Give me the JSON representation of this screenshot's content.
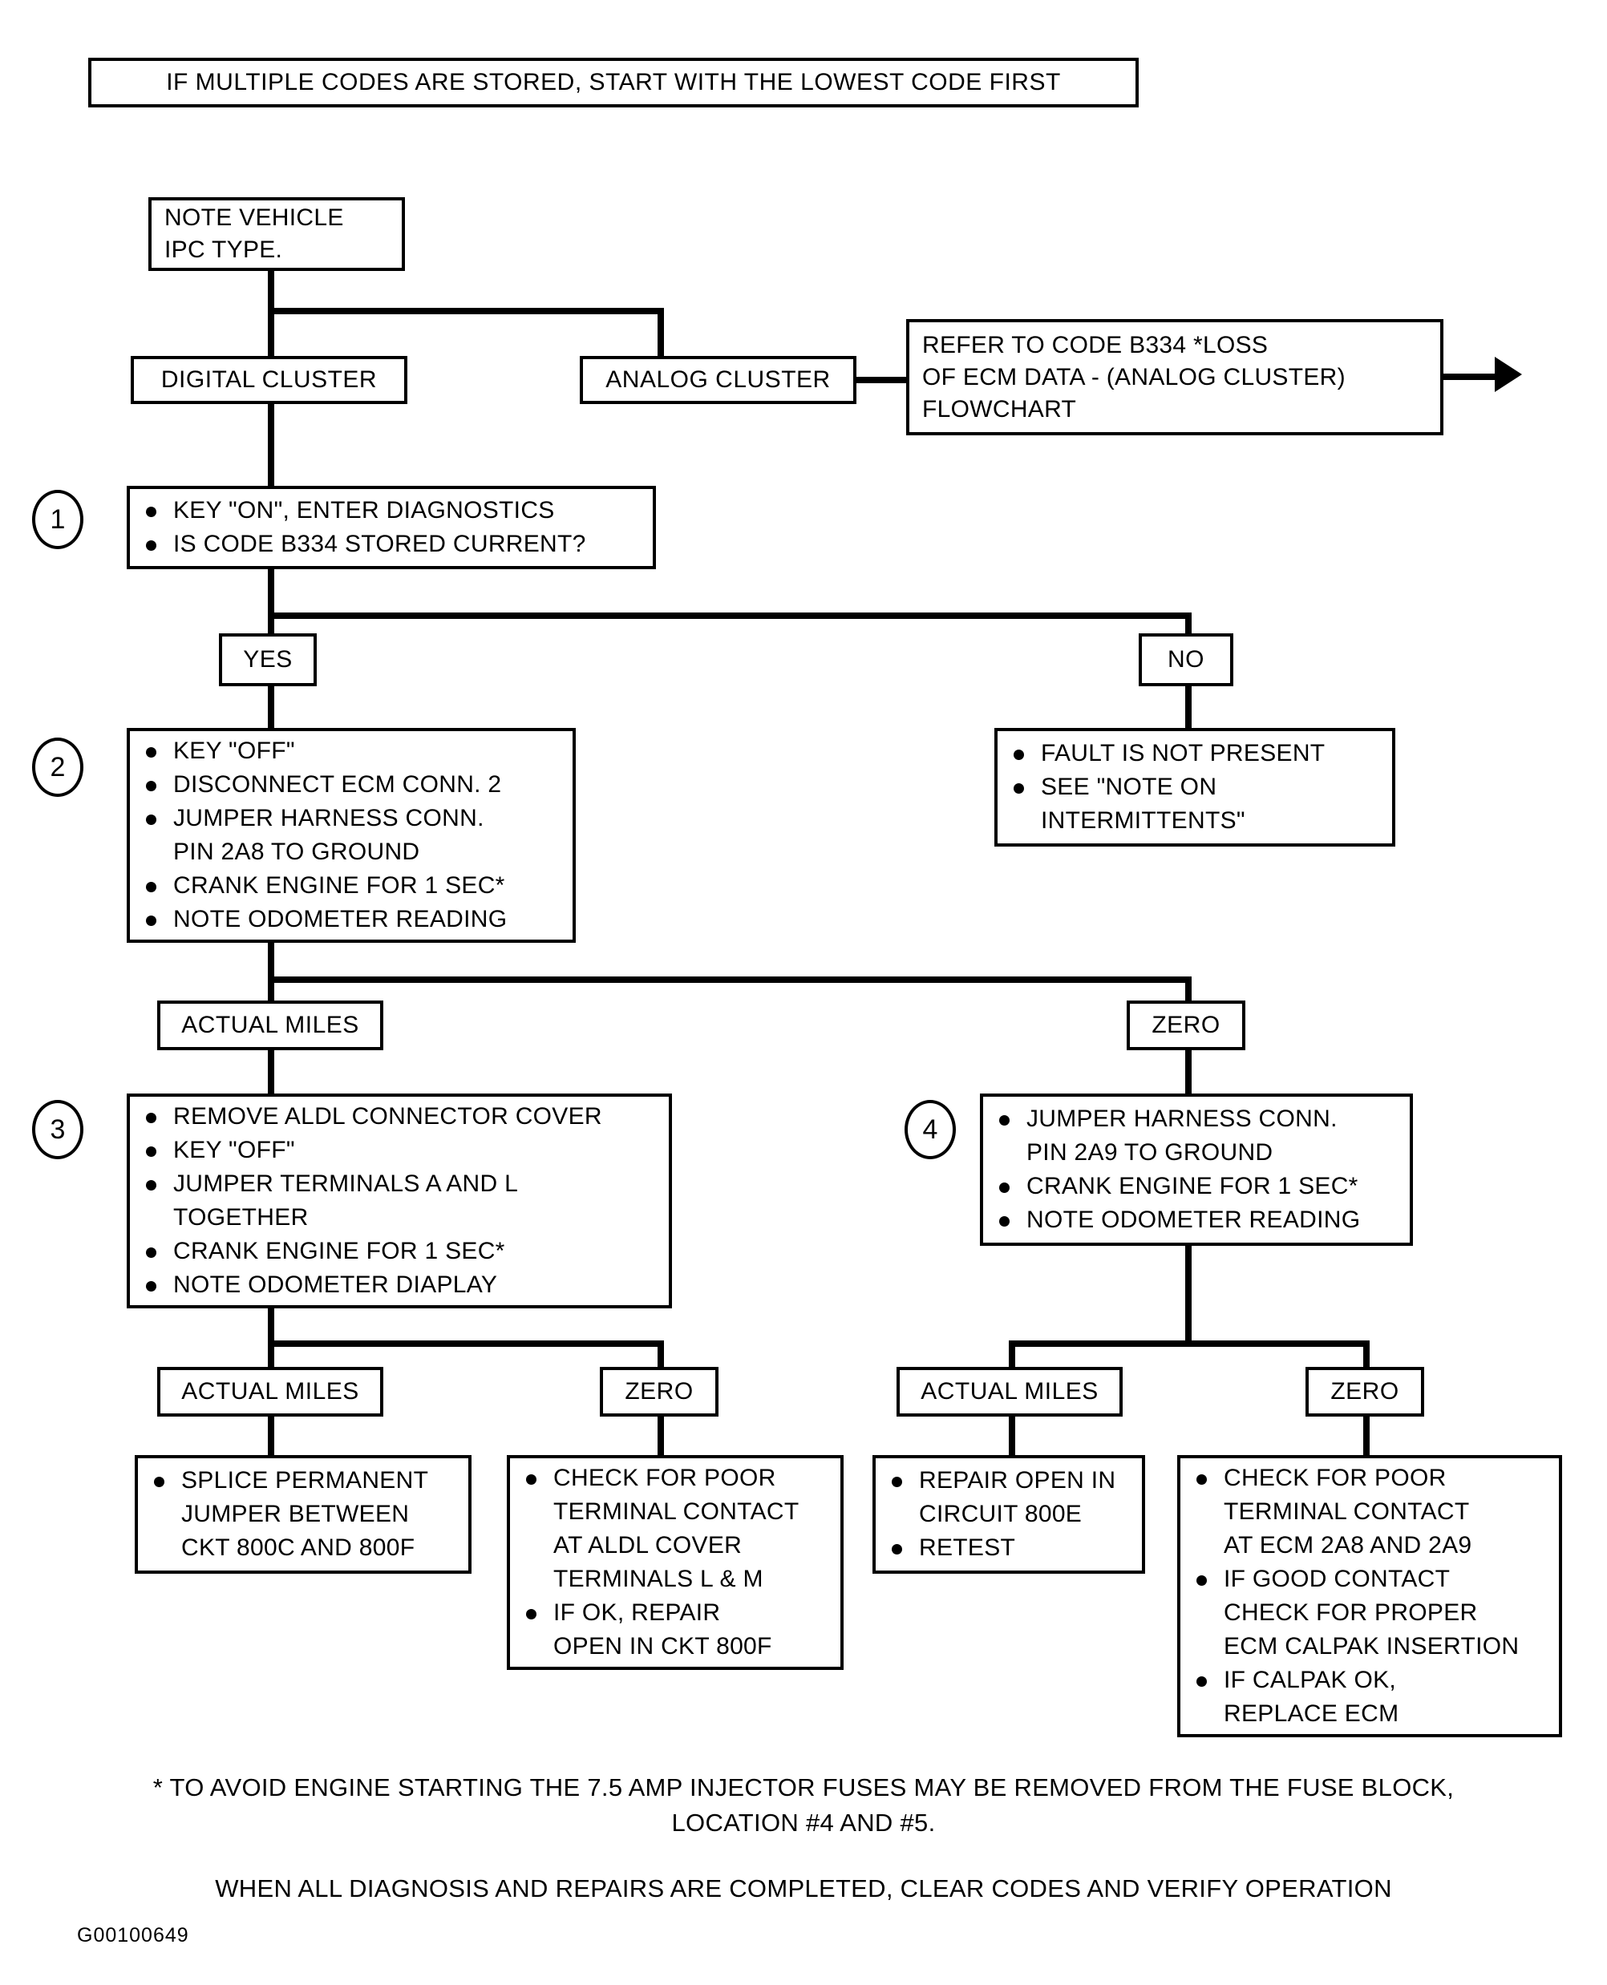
{
  "header": {
    "note": "IF MULTIPLE CODES ARE STORED, START WITH THE LOWEST CODE FIRST"
  },
  "nodes": {
    "start": {
      "line1": "NOTE VEHICLE",
      "line2": "IPC TYPE."
    },
    "digital_cluster": "DIGITAL CLUSTER",
    "analog_cluster": "ANALOG CLUSTER",
    "refer": {
      "line1": "REFER TO CODE B334 *LOSS",
      "line2": "OF ECM DATA - (ANALOG CLUSTER)",
      "line3": "FLOWCHART"
    },
    "step1": {
      "number": "1",
      "items": [
        "KEY \"ON\", ENTER DIAGNOSTICS",
        "IS CODE B334 STORED CURRENT?"
      ]
    },
    "yes": "YES",
    "no": "NO",
    "step2": {
      "number": "2",
      "items": [
        "KEY \"OFF\"",
        "DISCONNECT ECM CONN. 2",
        "JUMPER HARNESS CONN.",
        "PIN 2A8 TO GROUND",
        "CRANK ENGINE FOR 1 SEC*",
        "NOTE ODOMETER READING"
      ]
    },
    "no_result": {
      "items": [
        "FAULT IS NOT PRESENT",
        "SEE \"NOTE ON",
        "INTERMITTENTS\""
      ]
    },
    "actual_miles_1": "ACTUAL MILES",
    "zero_1": "ZERO",
    "step3": {
      "number": "3",
      "items": [
        "REMOVE ALDL CONNECTOR COVER",
        "KEY \"OFF\"",
        "JUMPER TERMINALS A AND L",
        "TOGETHER",
        "CRANK ENGINE FOR 1 SEC*",
        "NOTE ODOMETER DIAPLAY"
      ]
    },
    "step4": {
      "number": "4",
      "items": [
        "JUMPER HARNESS CONN.",
        "PIN 2A9 TO GROUND",
        "CRANK ENGINE FOR 1 SEC*",
        "NOTE ODOMETER READING"
      ]
    },
    "actual_miles_2": "ACTUAL MILES",
    "zero_2": "ZERO",
    "actual_miles_3": "ACTUAL MILES",
    "zero_3": "ZERO",
    "result_splice": {
      "items": [
        "SPLICE PERMANENT",
        "JUMPER BETWEEN",
        "CKT 800C AND 800F"
      ]
    },
    "result_aldl": {
      "items": [
        "CHECK FOR POOR",
        "TERMINAL CONTACT",
        "AT ALDL COVER",
        "TERMINALS L & M",
        "IF OK, REPAIR",
        "OPEN IN CKT 800F"
      ]
    },
    "result_repair": {
      "items": [
        "REPAIR OPEN IN",
        "CIRCUIT 800E",
        "RETEST"
      ]
    },
    "result_ecm": {
      "items": [
        "CHECK FOR POOR",
        "TERMINAL CONTACT",
        "AT ECM 2A8 AND 2A9",
        "IF GOOD CONTACT",
        "CHECK FOR PROPER",
        "ECM CALPAK INSERTION",
        "IF CALPAK OK,",
        "REPLACE ECM"
      ]
    }
  },
  "footer": {
    "footnote_line1": "* TO AVOID ENGINE STARTING THE 7.5 AMP INJECTOR FUSES MAY BE REMOVED FROM THE FUSE BLOCK,",
    "footnote_line2": "LOCATION #4 AND #5.",
    "closing": "WHEN ALL DIAGNOSIS AND REPAIRS ARE COMPLETED, CLEAR CODES AND VERIFY OPERATION",
    "figure_id": "G00100649"
  }
}
